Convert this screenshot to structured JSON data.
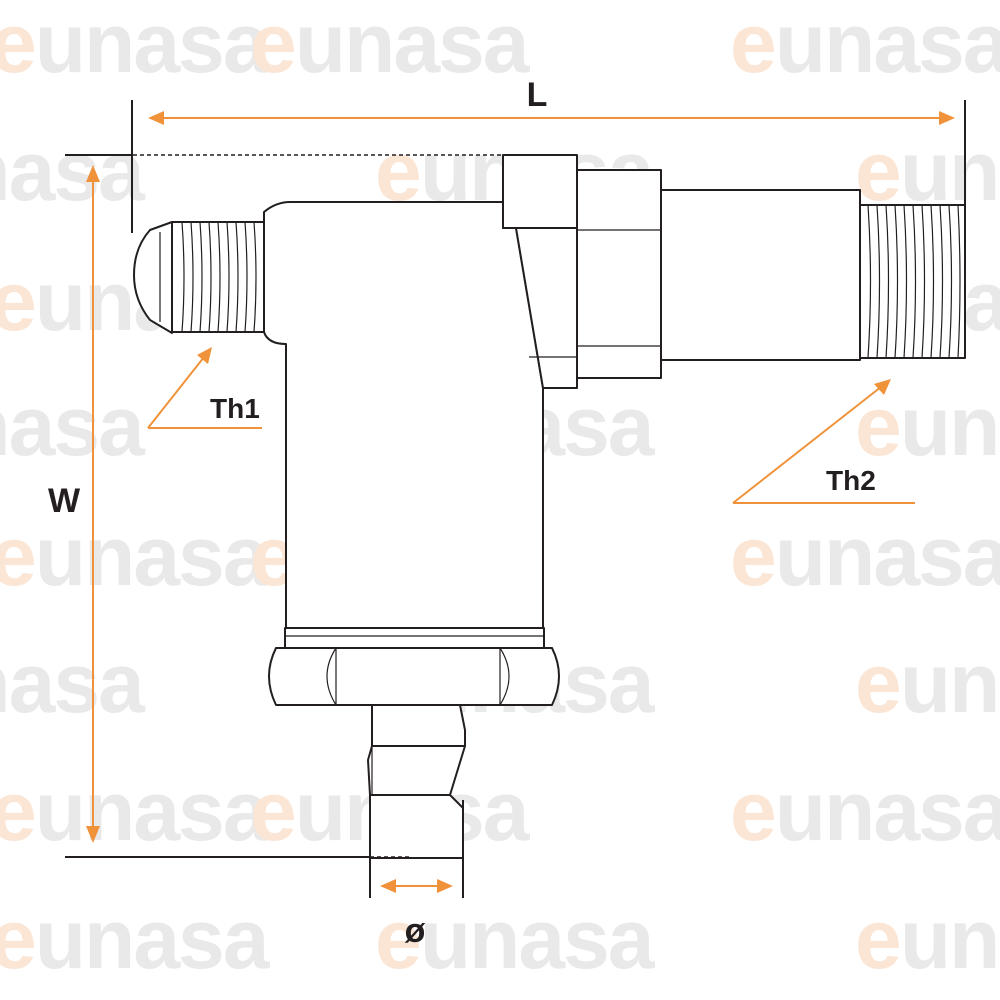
{
  "watermark": {
    "text": "eunasa",
    "repeat_label": "eunasa"
  },
  "dimensions": {
    "length_label": "L",
    "width_label": "W",
    "diameter_label": "ø",
    "thread1_label": "Th1",
    "thread2_label": "Th2"
  },
  "colors": {
    "accent": "#f0923a",
    "line": "#231f20",
    "watermark": "#e9e9e9",
    "watermark_accent": "#fbe6d6"
  }
}
